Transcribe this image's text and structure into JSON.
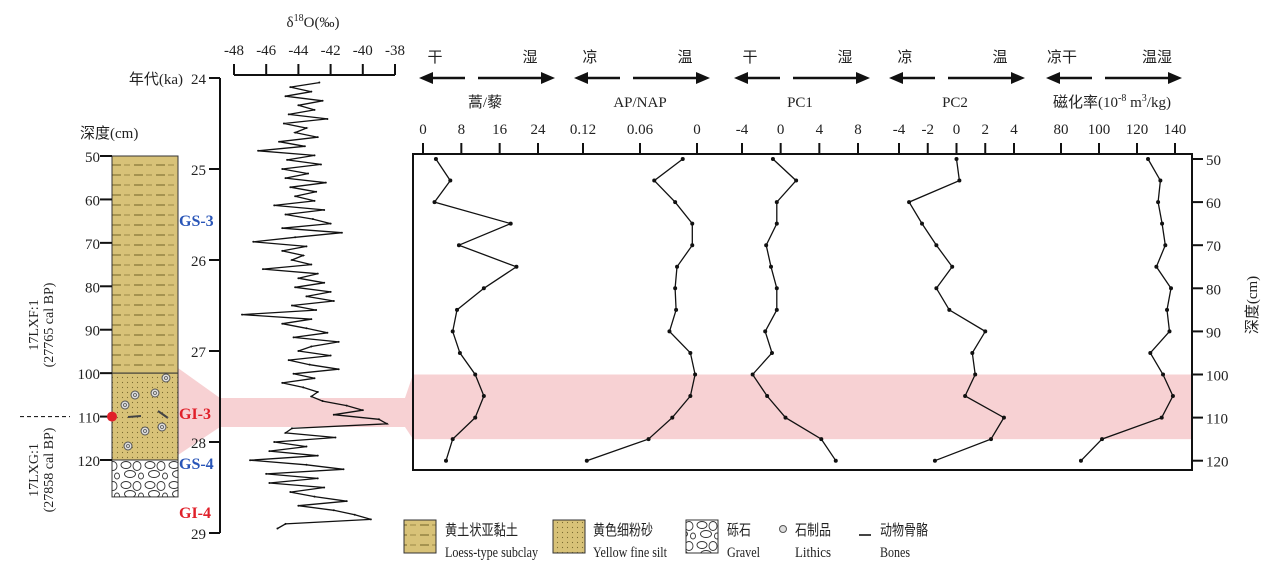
{
  "chart_data": {
    "type": "line",
    "title": "",
    "stratigraphy": {
      "depth_label": "深度(cm)",
      "depth_ticks": [
        50,
        60,
        70,
        80,
        90,
        100,
        110,
        120
      ],
      "layers": [
        {
          "type": "loess",
          "from": 50,
          "to": 100
        },
        {
          "type": "silt",
          "from": 100,
          "to": 120
        },
        {
          "type": "gravel",
          "from": 120,
          "to": 128.5
        }
      ],
      "sample_depth": 110,
      "samples": [
        {
          "id": "17LXF:1",
          "date": "(27765 cal BP)"
        },
        {
          "id": "17LXG:1",
          "date": "(27858 cal BP)"
        }
      ]
    },
    "age_axis": {
      "label": "年代(ka)",
      "ticks": [
        24,
        25,
        26,
        27,
        28,
        29
      ]
    },
    "events": [
      {
        "label": "GS-3",
        "age": 25.56,
        "color": "#2a56b8"
      },
      {
        "label": "GI-3",
        "age": 27.68,
        "color": "#e0202a"
      },
      {
        "label": "GS-4",
        "age": 28.23,
        "color": "#2a56b8"
      },
      {
        "label": "GI-4",
        "age": 28.77,
        "color": "#e0202a"
      }
    ],
    "d18o": {
      "title_parts": [
        "δ",
        "18",
        "O(‰)"
      ],
      "ticks": [
        -48,
        -46,
        -44,
        -42,
        -40,
        -38
      ],
      "xlim": [
        -48,
        -38
      ],
      "age_start": 24.05,
      "age_step": 0.05,
      "values": [
        -42.7,
        -44.5,
        -43.2,
        -44.8,
        -42.5,
        -44.0,
        -43.0,
        -44.6,
        -42.2,
        -44.9,
        -43.5,
        -44.2,
        -42.8,
        -45.2,
        -43.6,
        -46.5,
        -43.0,
        -44.7,
        -42.6,
        -45.0,
        -43.4,
        -44.8,
        -42.3,
        -44.5,
        -42.9,
        -44.2,
        -43.0,
        -45.5,
        -42.4,
        -44.8,
        -43.1,
        -42.0,
        -45.0,
        -41.3,
        -44.2,
        -46.8,
        -43.5,
        -45.0,
        -43.7,
        -44.4,
        -43.2,
        -46.2,
        -42.8,
        -44.0,
        -42.4,
        -44.2,
        -42.0,
        -43.5,
        -41.8,
        -44.4,
        -42.9,
        -47.5,
        -43.2,
        -45.0,
        -43.5,
        -42.2,
        -44.3,
        -41.5,
        -43.2,
        -44.0,
        -42.0,
        -44.6,
        -43.3,
        -41.5,
        -44.3,
        -43.0,
        -45.0,
        -43.7,
        -42.8,
        -43.2,
        -42.5,
        -41.0,
        -40.0,
        -41.8,
        -39.0,
        -38.5,
        -44.4,
        -44.8,
        -41.7,
        -45.5,
        -43.5,
        -45.8,
        -42.8,
        -47.0,
        -43.5,
        -41.2,
        -46.0,
        -42.8,
        -45.8,
        -42.4,
        -44.5,
        -43.0,
        -41.0,
        -44.0,
        -41.8,
        -40.5,
        -39.5,
        -44.8,
        -45.3
      ]
    },
    "depths": [
      50,
      55,
      60,
      65,
      70,
      75,
      80,
      85,
      90,
      95,
      100,
      105,
      110,
      115,
      120
    ],
    "depth_axis": {
      "label": "深度(cm)",
      "ticks": [
        50,
        60,
        70,
        80,
        90,
        100,
        110,
        120
      ]
    },
    "highlight": {
      "from": 100,
      "to": 115,
      "color": "#f6c9cb"
    },
    "panels": [
      {
        "id": "art-che",
        "name_parts": [
          "蒿/藜"
        ],
        "left": "干",
        "right": "湿",
        "ticks": [
          0,
          8,
          16,
          24
        ],
        "xlim": [
          0,
          24
        ],
        "values": [
          2.7,
          5.7,
          2.4,
          18.3,
          7.5,
          19.5,
          12.7,
          7.1,
          6.2,
          7.7,
          10.9,
          12.7,
          10.9,
          6.2,
          4.8
        ]
      },
      {
        "id": "ap-nap",
        "name_parts": [
          "AP/NAP"
        ],
        "left": "凉",
        "right": "温",
        "ticks": [
          0.12,
          0.06,
          0
        ],
        "tick_labels": [
          "0.12",
          "0.06",
          "0"
        ],
        "xlim": [
          0.12,
          0
        ],
        "values": [
          0.015,
          0.045,
          0.023,
          0.005,
          0.005,
          0.021,
          0.023,
          0.022,
          0.029,
          0.007,
          0.002,
          0.007,
          0.026,
          0.051,
          0.116
        ]
      },
      {
        "id": "pc1",
        "name_parts": [
          "PC1"
        ],
        "left": "干",
        "right": "湿",
        "ticks": [
          -4,
          0,
          4,
          8
        ],
        "xlim": [
          -4,
          8
        ],
        "values": [
          -0.8,
          1.6,
          -0.4,
          -0.4,
          -1.5,
          -1.0,
          -0.4,
          -0.4,
          -1.6,
          -0.9,
          -2.9,
          -1.4,
          0.5,
          4.2,
          5.7
        ]
      },
      {
        "id": "pc2",
        "name_parts": [
          "PC2"
        ],
        "left": "凉",
        "right": "温",
        "ticks": [
          -4,
          -2,
          0,
          2,
          4
        ],
        "xlim": [
          -4,
          4
        ],
        "values": [
          0,
          0.2,
          -3.3,
          -2.4,
          -1.4,
          -0.3,
          -1.4,
          -0.5,
          2.0,
          1.1,
          1.3,
          0.6,
          3.3,
          2.4,
          -1.5
        ]
      },
      {
        "id": "mag-sus",
        "name_parts": [
          "磁化率(10",
          "-8",
          " m",
          "3",
          "/kg)"
        ],
        "left": "凉干",
        "right": "温湿",
        "ticks": [
          80,
          100,
          120,
          140
        ],
        "xlim": [
          80,
          140
        ],
        "values": [
          125.8,
          132.3,
          131.1,
          133.2,
          134.9,
          130.2,
          137.9,
          135.8,
          137.1,
          127.0,
          133.7,
          138.9,
          133.0,
          101.6,
          90.5
        ]
      }
    ]
  },
  "legend": [
    {
      "type": "loess",
      "zh": "黄土状亚黏土",
      "en": "Loess-type subclay"
    },
    {
      "type": "silt",
      "zh": "黄色细粉砂",
      "en": "Yellow fine silt"
    },
    {
      "type": "gravel",
      "zh": "砾石",
      "en": "Gravel"
    },
    {
      "type": "lithic",
      "zh": "石制品",
      "en": "Lithics"
    },
    {
      "type": "bone",
      "zh": "动物骨骼",
      "en": "Bones"
    }
  ],
  "colors": {
    "sediment": "#d8c278",
    "sediment_line": "#8a7a3a",
    "marker": "#e0202a"
  }
}
